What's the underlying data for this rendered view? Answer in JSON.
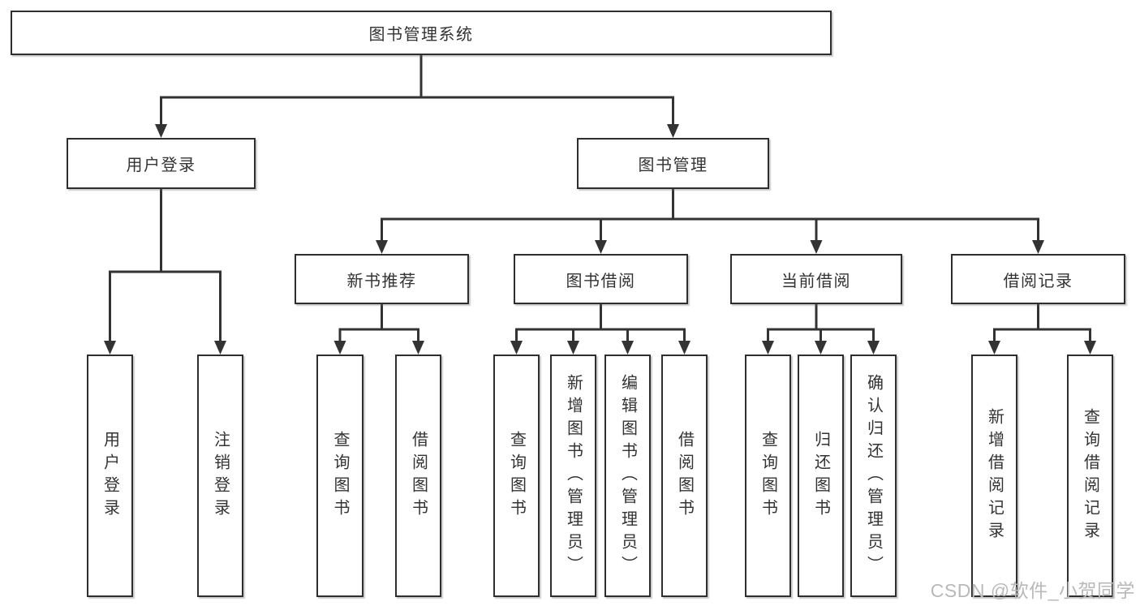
{
  "diagram": {
    "root": {
      "label": "图书管理系统"
    },
    "level2": [
      {
        "label": "用户登录"
      },
      {
        "label": "图书管理"
      }
    ],
    "level3": [
      {
        "label": "新书推荐"
      },
      {
        "label": "图书借阅"
      },
      {
        "label": "当前借阅"
      },
      {
        "label": "借阅记录"
      }
    ],
    "leaves": {
      "user_login": [
        {
          "label": "用户登录"
        },
        {
          "label": "注销登录"
        }
      ],
      "new_book": [
        {
          "label": "查询图书"
        },
        {
          "label": "借阅图书"
        }
      ],
      "book_borrow": [
        {
          "label": "查询图书"
        },
        {
          "label": "新增图书（管理员）"
        },
        {
          "label": "编辑图书（管理员）"
        },
        {
          "label": "借阅图书"
        }
      ],
      "current_borrow": [
        {
          "label": "查询图书"
        },
        {
          "label": "归还图书"
        },
        {
          "label": "确认归还（管理员）"
        }
      ],
      "borrow_record": [
        {
          "label": "新增借阅记录"
        },
        {
          "label": "查询借阅记录"
        }
      ]
    }
  },
  "watermark": "CSDN @软件_小贺同学",
  "colors": {
    "line": "#333333",
    "box_border": "#2e2e2e",
    "text": "#333333",
    "watermark": "#b9b9b9",
    "background": "#ffffff"
  }
}
